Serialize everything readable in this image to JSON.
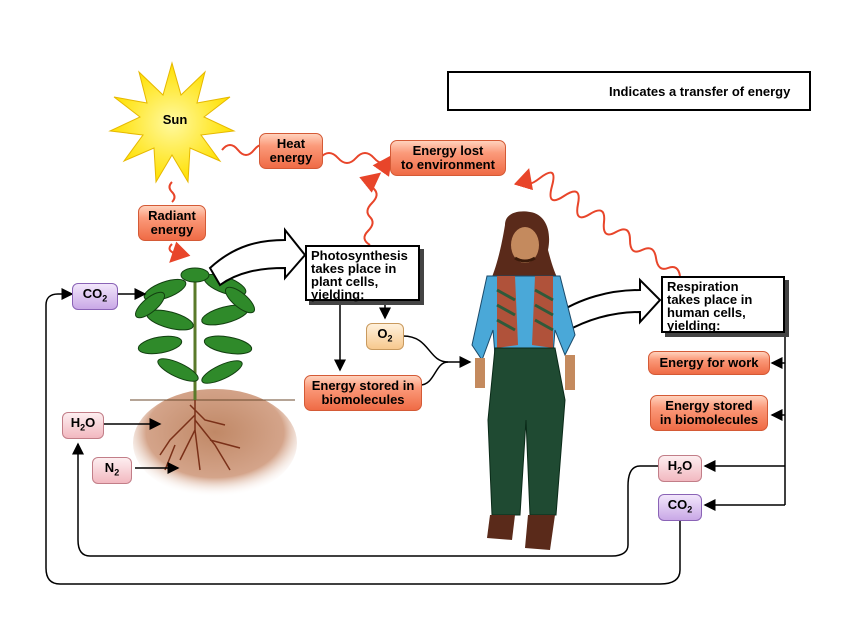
{
  "legend": {
    "text": "Indicates a transfer of energy"
  },
  "labels": {
    "sun": "Sun",
    "heat_energy": [
      "Heat",
      "energy"
    ],
    "energy_lost": [
      "Energy lost",
      "to environment"
    ],
    "radiant_energy": [
      "Radiant",
      "energy"
    ],
    "photosynthesis": [
      "Photosynthesis",
      "takes place in",
      "plant cells,",
      "yielding:"
    ],
    "respiration": [
      "Respiration",
      "takes place in",
      "human cells,",
      "yielding:"
    ],
    "o2": "O",
    "o2_sub": "2",
    "energy_stored_plant": [
      "Energy stored in",
      "biomolecules"
    ],
    "energy_for_work": "Energy for work",
    "energy_stored_human": [
      "Energy stored",
      "in biomolecules"
    ],
    "co2_left": "CO",
    "co2_left_sub": "2",
    "h2o_left_a": "H",
    "h2o_left_sub": "2",
    "h2o_left_b": "O",
    "n2": "N",
    "n2_sub": "2",
    "h2o_right_a": "H",
    "h2o_right_sub": "2",
    "h2o_right_b": "O",
    "co2_right": "CO",
    "co2_right_sub": "2"
  },
  "colors": {
    "energy_wave": "#e8452a",
    "red_box": "#ef6b45",
    "purple_box": "#c9a8e6",
    "pink_box": "#f2b8c0",
    "sun": "#ffe600",
    "leaf": "#2f8a2a",
    "soil": "#c9967a"
  },
  "icons": [
    "sun-icon",
    "plant-icon",
    "person-icon",
    "soil-icon"
  ]
}
